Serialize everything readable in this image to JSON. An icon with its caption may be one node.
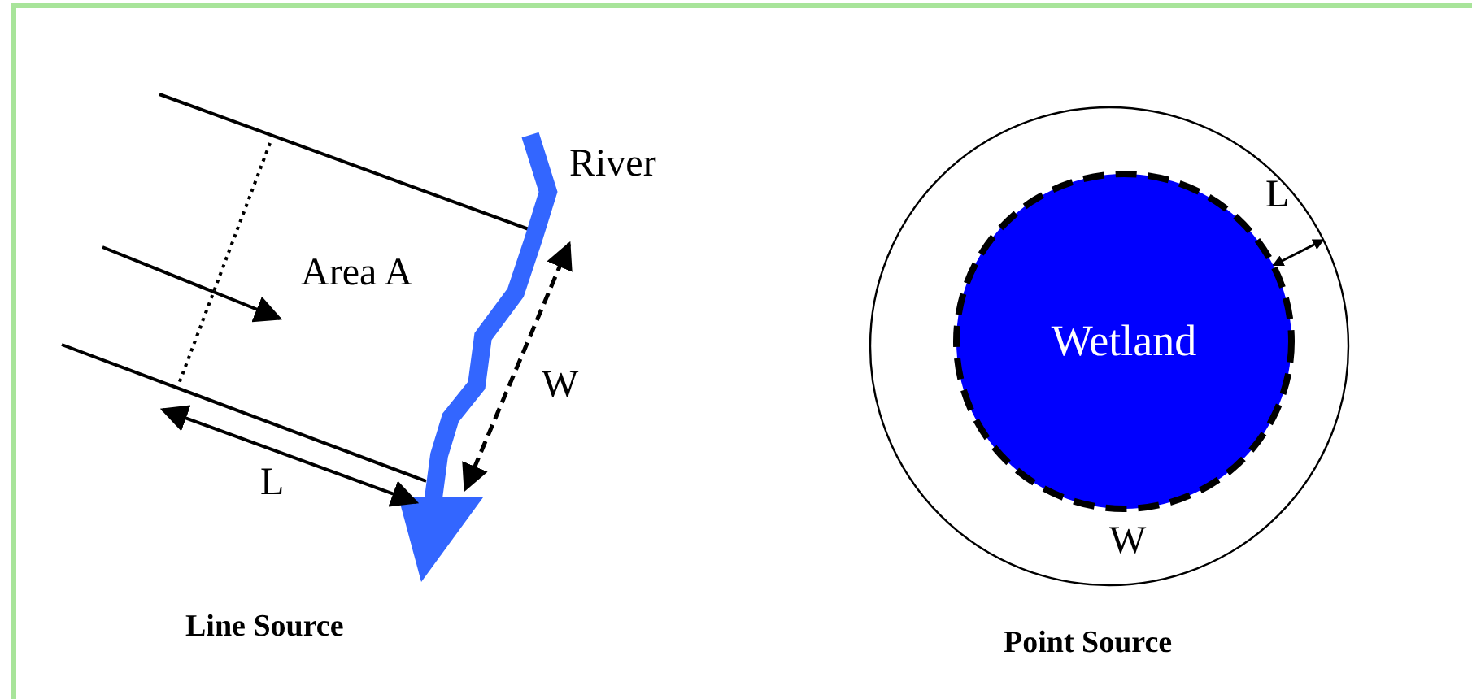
{
  "diagram": {
    "nodes": [
      {
        "text": [],
        "shape": "circle"
      },
      {
        "text": [
          "Wetland"
        ],
        "in": 0
      }
    ],
    "edges": [
      {
        "from": 1,
        "to": 0,
        "arrow": "both"
      }
    ],
    "labels": [
      "River",
      "Area A",
      "W",
      "L",
      "Line Source",
      "L",
      "W",
      "Point Source"
    ]
  }
}
